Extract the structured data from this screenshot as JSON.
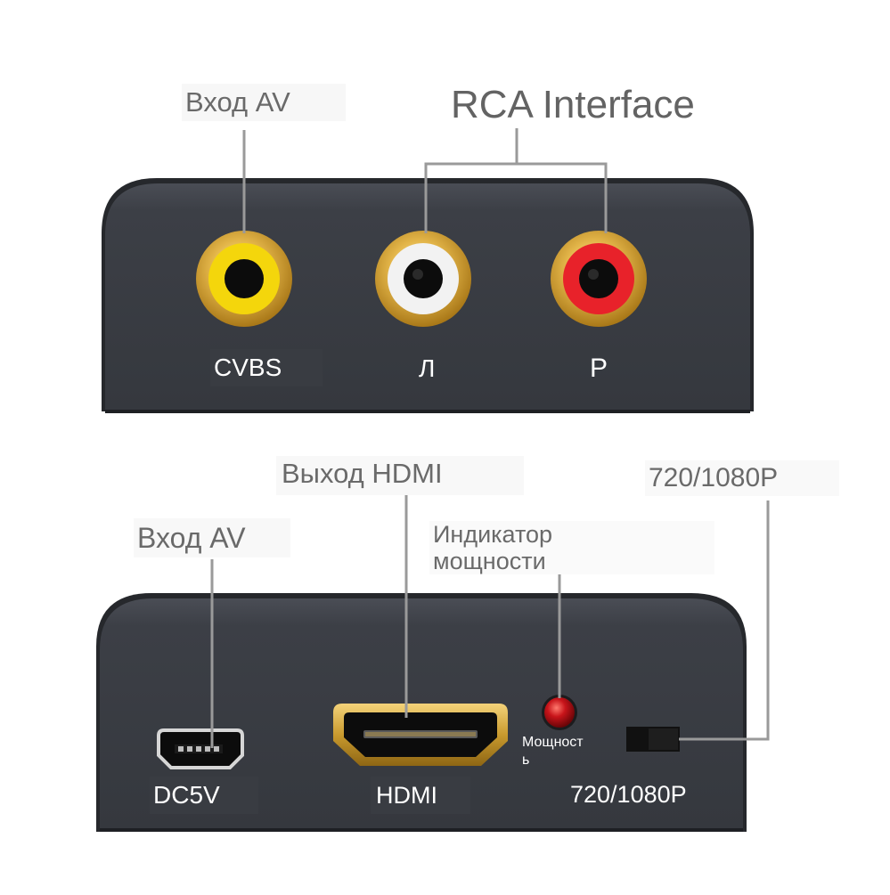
{
  "top_panel": {
    "callout_av_input": "Вход AV",
    "callout_rca": "RCA Interface",
    "port_cvbs_label": "CVBS",
    "port_left_label": "Л",
    "port_right_label": "P"
  },
  "bottom_panel": {
    "callout_hdmi_output": "Выход HDMI",
    "callout_av_input": "Вход AV",
    "callout_power_line1": "Индикатор",
    "callout_power_line2": "мощности",
    "callout_resolution": "720/1080P",
    "port_dc_label": "DC5V",
    "port_hdmi_label": "HDMI",
    "led_label_line1": "Мощност",
    "led_label_line2": "ь",
    "switch_label": "720/1080P"
  },
  "colors": {
    "panel": "#3c3f46",
    "panel_edge": "#23252a",
    "gold": "#d9a938",
    "rca_yellow": "#f4d60c",
    "rca_white": "#f2f2f2",
    "rca_red": "#e8222a",
    "led": "#b00f10",
    "leader_line": "#9a9a9a"
  }
}
